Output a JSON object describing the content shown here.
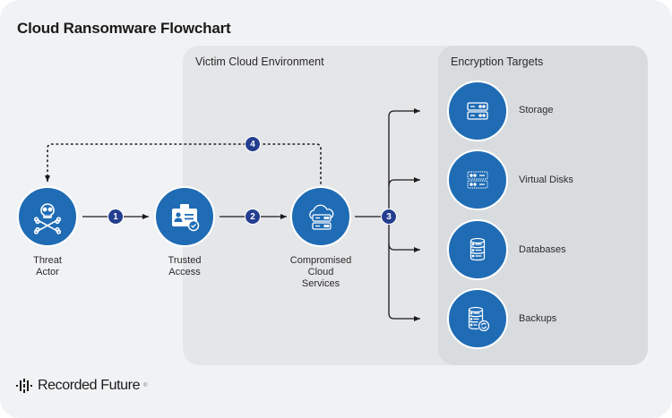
{
  "title": "Cloud Ransomware Flowchart",
  "panels": {
    "victim": "Victim Cloud Environment",
    "targets": "Encryption Targets"
  },
  "nodes": [
    {
      "id": "threat-actor",
      "label_lines": [
        "Threat",
        "Actor"
      ],
      "icon": "skull-crossbones-icon"
    },
    {
      "id": "trusted-access",
      "label_lines": [
        "Trusted",
        "Access"
      ],
      "icon": "id-badge-check-icon"
    },
    {
      "id": "compromised-cloud",
      "label_lines": [
        "Compromised",
        "Cloud",
        "Services"
      ],
      "icon": "cloud-server-icon"
    }
  ],
  "targets": [
    {
      "label": "Storage",
      "icon": "server-stack-icon"
    },
    {
      "label": "Virtual Disks",
      "icon": "virtual-disk-icon"
    },
    {
      "label": "Databases",
      "icon": "database-icon"
    },
    {
      "label": "Backups",
      "icon": "database-backup-icon"
    }
  ],
  "steps": [
    "1",
    "2",
    "3",
    "4"
  ],
  "logo": {
    "text": "Recorded Future",
    "mark": "®"
  },
  "colors": {
    "node_fill": "#1f6cb5",
    "step_fill": "#243e8f",
    "background": "#f1f2f4",
    "victim_panel": "#e5e6e8",
    "targets_panel": "#d9dcdf"
  }
}
